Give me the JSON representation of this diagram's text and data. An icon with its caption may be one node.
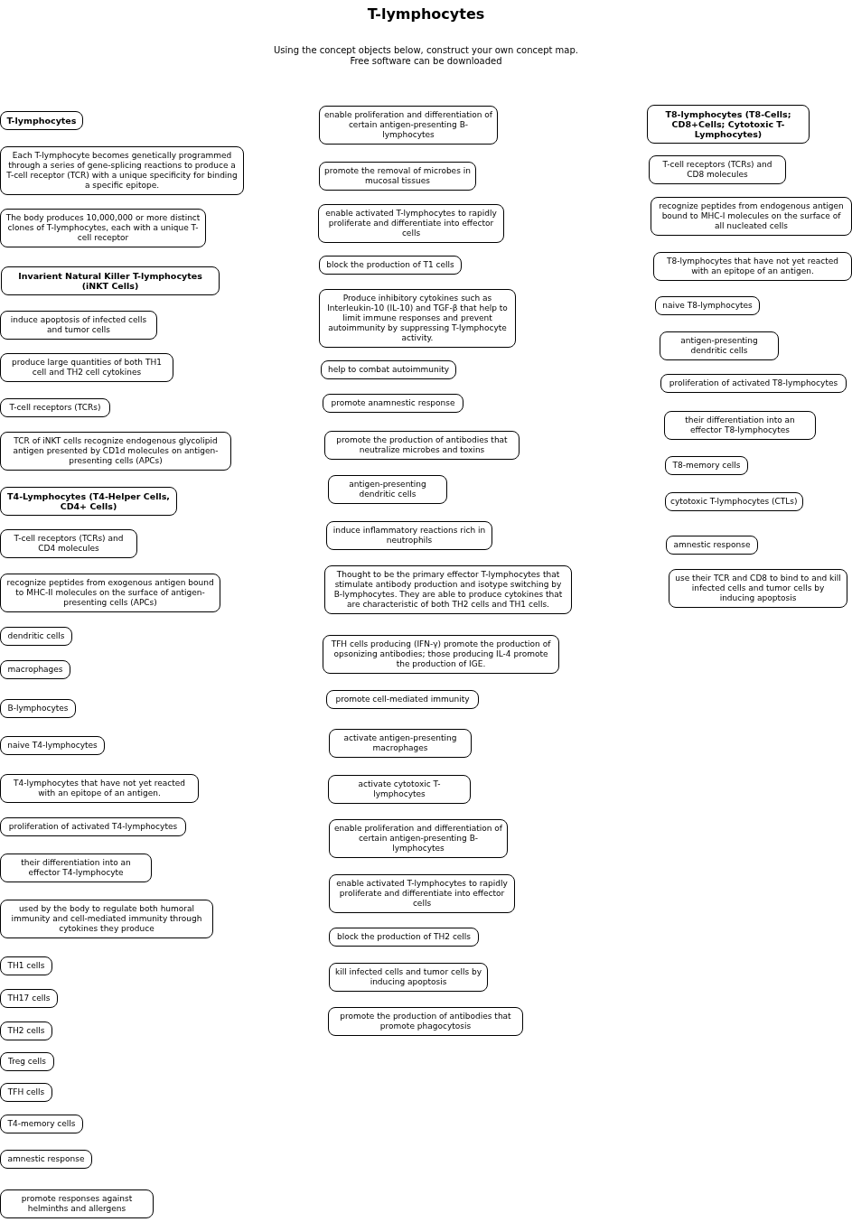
{
  "diagram": {
    "title": "T-lymphocytes",
    "nodes": [
      {
        "text": [
          "T-lymphocytes"
        ]
      },
      {
        "text": [
          "Each T-lymphocyte becomes genetically programmed through a series of gene-splicing reactions to produce a T-cell receptor (TCR) with a unique specificity for binding a specific epitope."
        ]
      },
      {
        "text": [
          "The body produces 10,000,000 or more distinct clones of T-lymphocytes, each with a unique T-cell receptor"
        ]
      },
      {
        "text": [
          "Invarient Natural Killer T-lymphocytes (iNKT Cells)"
        ]
      },
      {
        "text": [
          "induce apoptosis of infected cells and tumor cells"
        ]
      },
      {
        "text": [
          "produce large quantities of both TH1 cell and TH2 cell cytokines"
        ]
      },
      {
        "text": [
          "T-cell receptors (TCRs)"
        ]
      },
      {
        "text": [
          "TCR of iNKT cells recognize endogenous glycolipid antigen presented by CD1d molecules on antigen-presenting cells (APCs)"
        ]
      },
      {
        "text": [
          "T4-Lymphocytes (T4-Helper Cells, CD4+ Cells)"
        ]
      },
      {
        "text": [
          "T-cell receptors (TCRs) and CD4 molecules"
        ]
      },
      {
        "text": [
          "recognize peptides from exogenous antigen bound to MHC-II molecules on the surface of antigen-presenting cells (APCs)"
        ]
      },
      {
        "text": [
          "dendritic cells"
        ]
      },
      {
        "text": [
          "macrophages"
        ]
      },
      {
        "text": [
          "B-lymphocytes"
        ]
      },
      {
        "text": [
          "naive T4-lymphocytes"
        ]
      },
      {
        "text": [
          "T4-lymphocytes that have not yet reacted with an epitope of an antigen."
        ]
      },
      {
        "text": [
          "proliferation of activated T4-lymphocytes"
        ]
      },
      {
        "text": [
          "their differentiation into an effector T4-lymphocyte"
        ]
      },
      {
        "text": [
          "used by the body to regulate both humoral immunity and cell-mediated immunity through cytokines they produce"
        ]
      },
      {
        "text": [
          "TH1 cells"
        ]
      },
      {
        "text": [
          "TH17 cells"
        ]
      },
      {
        "text": [
          "TH2 cells"
        ]
      },
      {
        "text": [
          "Treg cells"
        ]
      },
      {
        "text": [
          "TFH cells"
        ]
      },
      {
        "text": [
          "T4-memory cells"
        ]
      },
      {
        "text": [
          "amnestic response"
        ]
      },
      {
        "text": [
          "promote responses against helminths and allergens"
        ]
      },
      {
        "text": [
          "enable proliferation and differentiation of certain antigen-presenting B-lymphocytes"
        ]
      },
      {
        "text": [
          "promote the removal of microbes in mucosal tissues"
        ]
      },
      {
        "text": [
          "enable activated T-lymphocytes to rapidly proliferate and differentiate into effector cells"
        ]
      },
      {
        "text": [
          "block the production of T1 cells"
        ]
      },
      {
        "text": [
          "Produce inhibitory cytokines such as Interleukin-10 (IL-10) and TGF-β that help to limit immune responses and prevent autoimmunity by suppressing T-lymphocyte activity."
        ]
      },
      {
        "text": [
          "help to combat autoimmunity"
        ]
      },
      {
        "text": [
          "promote anamnestic response"
        ]
      },
      {
        "text": [
          "promote the production of antibodies that neutralize microbes and toxins"
        ]
      },
      {
        "text": [
          "antigen-presenting dendritic cells"
        ]
      },
      {
        "text": [
          "induce inflammatory reactions rich in neutrophils"
        ]
      },
      {
        "text": [
          "Thought to be the primary effector T-lymphocytes that stimulate antibody production and isotype switching by B-lymphocytes. They are able to produce cytokines that are characteristic of both TH2 cells and TH1 cells."
        ]
      },
      {
        "text": [
          "TFH cells producing (IFN-γ) promote the production of opsonizing antibodies; those producing IL-4 promote the production of IGE."
        ]
      },
      {
        "text": [
          "promote cell-mediated immunity"
        ]
      },
      {
        "text": [
          "activate antigen-presenting macrophages"
        ]
      },
      {
        "text": [
          "activate cytotoxic T-lymphocytes"
        ]
      },
      {
        "text": [
          "enable proliferation and differentiation of certain antigen-presenting B-lymphocytes"
        ]
      },
      {
        "text": [
          "enable activated T-lymphocytes to rapidly proliferate and differentiate into effector cells"
        ]
      },
      {
        "text": [
          "block the production of TH2 cells"
        ]
      },
      {
        "text": [
          "kill infected cells and tumor cells by inducing apoptosis"
        ]
      },
      {
        "text": [
          "promote the production of antibodies that promote phagocytosis"
        ]
      },
      {
        "text": [
          "T8-lymphocytes (T8-Cells; CD8+Cells; Cytotoxic T-Lymphocytes)"
        ]
      },
      {
        "text": [
          "T-cell receptors (TCRs) and CD8 molecules"
        ]
      },
      {
        "text": [
          "recognize peptides from endogenous antigen bound to MHC-I molecules on the surface of all nucleated cells"
        ]
      },
      {
        "text": [
          "T8-lymphocytes that have not yet reacted with an epitope of an antigen."
        ]
      },
      {
        "text": [
          "naive T8-lymphocytes"
        ]
      },
      {
        "text": [
          "antigen-presenting dendritic cells"
        ]
      },
      {
        "text": [
          "proliferation of activated T8-lymphocytes"
        ]
      },
      {
        "text": [
          "their differentiation into an effector T8-lymphocytes"
        ]
      },
      {
        "text": [
          "T8-memory cells"
        ]
      },
      {
        "text": [
          "cytotoxic T-lymphocytes (CTLs)"
        ]
      },
      {
        "text": [
          "amnestic response"
        ]
      },
      {
        "text": [
          "use their TCR and CD8 to bind to and kill infected cells and tumor cells by inducing apoptosis"
        ]
      }
    ],
    "labels": [
      "Using the concept objects below, construct your own concept map.",
      "Free software can be downloaded"
    ]
  }
}
